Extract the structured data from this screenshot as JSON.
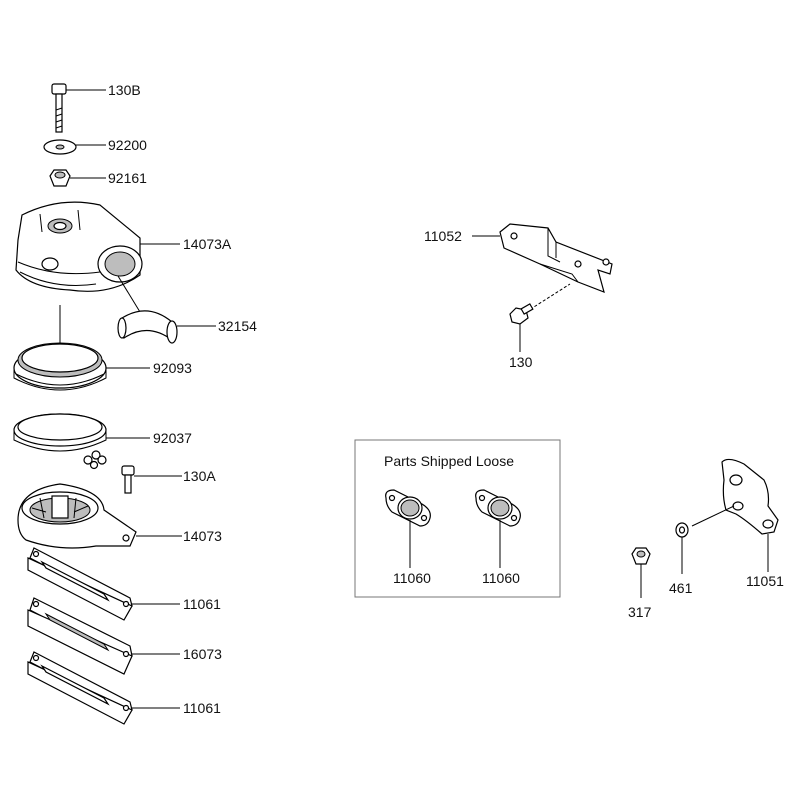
{
  "diagram": {
    "labels": {
      "p130B": "130B",
      "p92200": "92200",
      "p92161": "92161",
      "p14073A": "14073A",
      "p32154": "32154",
      "p92093": "92093",
      "p92037": "92037",
      "p130A": "130A",
      "p14073": "14073",
      "p11061a": "11061",
      "p16073": "16073",
      "p11061b": "11061",
      "p11052": "11052",
      "p130": "130",
      "p11060a": "11060",
      "p11060b": "11060",
      "p317": "317",
      "p461": "461",
      "p11051": "11051"
    },
    "loose_box_title": "Parts Shipped Loose"
  }
}
